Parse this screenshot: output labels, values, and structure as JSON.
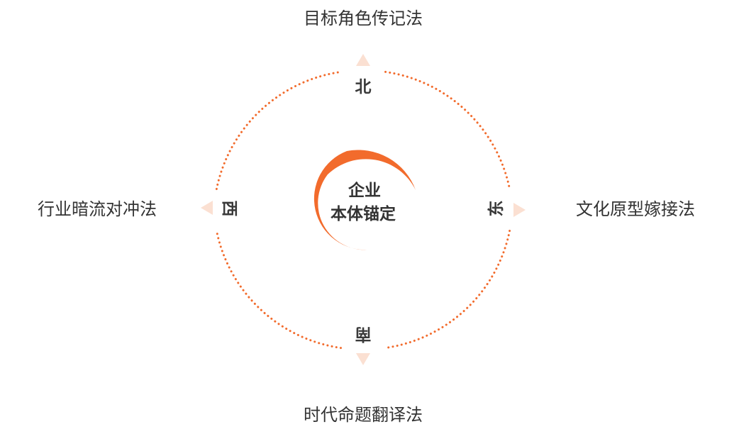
{
  "center": {
    "line1": "企业",
    "line2": "本体锚定"
  },
  "directions": {
    "north": "北",
    "east": "东",
    "south": "南",
    "west": "西"
  },
  "methods": {
    "north": "目标角色传记法",
    "east": "文化原型嫁接法",
    "south": "时代命题翻译法",
    "west": "行业暗流对冲法"
  },
  "colors": {
    "accent": "#f26b2c",
    "arrow": "#fbe0d2",
    "text": "#333333"
  }
}
